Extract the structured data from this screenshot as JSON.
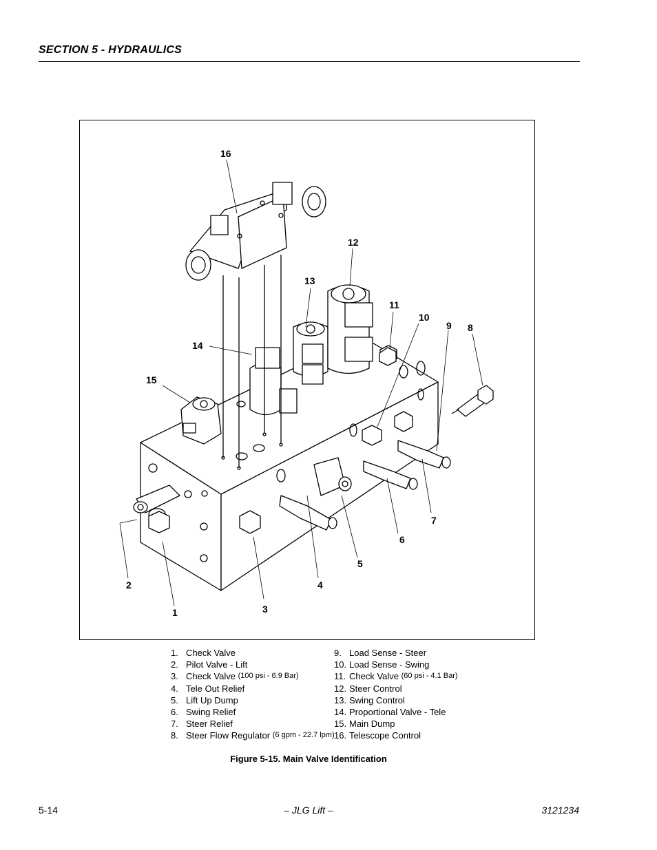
{
  "header": {
    "section_title": "SECTION 5 - HYDRAULICS"
  },
  "figure": {
    "callouts": [
      "1",
      "2",
      "3",
      "4",
      "5",
      "6",
      "7",
      "8",
      "9",
      "10",
      "11",
      "12",
      "13",
      "14",
      "15",
      "16"
    ],
    "caption": "Figure 5-15.  Main Valve Identification"
  },
  "legend": {
    "left": [
      {
        "num": "1.",
        "label": "Check Valve",
        "note": ""
      },
      {
        "num": "2.",
        "label": "Pilot Valve - Lift",
        "note": ""
      },
      {
        "num": "3.",
        "label": "Check Valve ",
        "note": "(100 psi - 6.9 Bar)"
      },
      {
        "num": "4.",
        "label": "Tele Out Relief",
        "note": ""
      },
      {
        "num": "5.",
        "label": "Lift Up Dump",
        "note": ""
      },
      {
        "num": "6.",
        "label": "Swing Relief",
        "note": ""
      },
      {
        "num": "7.",
        "label": "Steer Relief",
        "note": ""
      },
      {
        "num": "8.",
        "label": "Steer Flow Regulator ",
        "note": "(6 gpm - 22.7 lpm)"
      }
    ],
    "right": [
      {
        "num": "9.",
        "label": "Load Sense - Steer",
        "note": ""
      },
      {
        "num": "10.",
        "label": "Load Sense - Swing",
        "note": ""
      },
      {
        "num": "11.",
        "label": "Check Valve ",
        "note": "(60 psi - 4.1 Bar)"
      },
      {
        "num": "12.",
        "label": "Steer Control",
        "note": ""
      },
      {
        "num": "13.",
        "label": "Swing Control",
        "note": ""
      },
      {
        "num": "14.",
        "label": "Proportional Valve - Tele",
        "note": ""
      },
      {
        "num": "15.",
        "label": "Main Dump",
        "note": ""
      },
      {
        "num": "16.",
        "label": "Telescope Control",
        "note": ""
      }
    ]
  },
  "footer": {
    "page_number": "5-14",
    "center": "– JLG Lift –",
    "doc_number": "3121234"
  }
}
